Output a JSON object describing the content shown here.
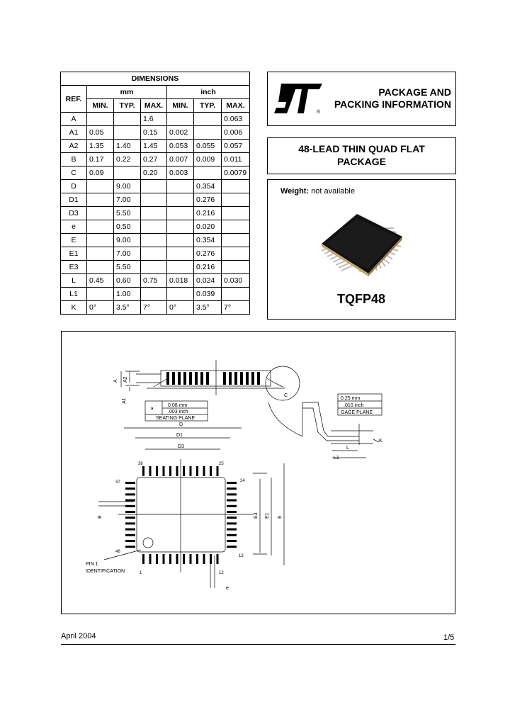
{
  "table": {
    "title": "DIMENSIONS",
    "ref_header": "REF.",
    "unit_mm": "mm",
    "unit_inch": "inch",
    "sub_headers": [
      "MIN.",
      "TYP.",
      "MAX.",
      "MIN.",
      "TYP.",
      "MAX."
    ],
    "rows": [
      {
        "ref": "A",
        "c": [
          "",
          "",
          "1.6",
          "",
          "",
          "0.063"
        ]
      },
      {
        "ref": "A1",
        "c": [
          "0.05",
          "",
          "0.15",
          "0.002",
          "",
          "0.006"
        ]
      },
      {
        "ref": "A2",
        "c": [
          "1.35",
          "1.40",
          "1.45",
          "0.053",
          "0.055",
          "0.057"
        ]
      },
      {
        "ref": "B",
        "c": [
          "0.17",
          "0.22",
          "0.27",
          "0.007",
          "0.009",
          "0.011"
        ]
      },
      {
        "ref": "C",
        "c": [
          "0.09",
          "",
          "0.20",
          "0.003",
          "",
          "0.0079"
        ]
      },
      {
        "ref": "D",
        "c": [
          "",
          "9.00",
          "",
          "",
          "0.354",
          ""
        ]
      },
      {
        "ref": "D1",
        "c": [
          "",
          "7.00",
          "",
          "",
          "0.276",
          ""
        ]
      },
      {
        "ref": "D3",
        "c": [
          "",
          "5.50",
          "",
          "",
          "0.216",
          ""
        ]
      },
      {
        "ref": "e",
        "c": [
          "",
          "0.50",
          "",
          "",
          "0.020",
          ""
        ]
      },
      {
        "ref": "E",
        "c": [
          "",
          "9.00",
          "",
          "",
          "0.354",
          ""
        ]
      },
      {
        "ref": "E1",
        "c": [
          "",
          "7.00",
          "",
          "",
          "0.276",
          ""
        ]
      },
      {
        "ref": "E3",
        "c": [
          "",
          "5.50",
          "",
          "",
          "0.216",
          ""
        ]
      },
      {
        "ref": "L",
        "c": [
          "0.45",
          "0.60",
          "0.75",
          "0.018",
          "0.024",
          "0.030"
        ]
      },
      {
        "ref": "L1",
        "c": [
          "",
          "1.00",
          "",
          "",
          "0.039",
          ""
        ]
      },
      {
        "ref": "K",
        "c": [
          "0°",
          "3.5°",
          "7°",
          "0°",
          "3.5°",
          "7°"
        ]
      }
    ]
  },
  "header": {
    "logo": "ST",
    "line1": "PACKAGE AND",
    "line2": "PACKING INFORMATION"
  },
  "package": {
    "line1": "48-LEAD THIN QUAD FLAT",
    "line2": "PACKAGE"
  },
  "photo": {
    "weight_label": "Weight:",
    "weight_value": "not available",
    "name": "TQFP48"
  },
  "drawing": {
    "side_A": "A",
    "side_A2": "A2",
    "side_A1": "A1",
    "tol_mm": "0.08 mm",
    "tol_inch": ".003 inch",
    "seating_plane": "SEATING PLANE",
    "gage_mm": "0.25 mm",
    "gage_inch": ".010 inch",
    "gage_plane": "GAGE PLANE",
    "C": "C",
    "L": "L",
    "L1": "L1",
    "K": "K",
    "D": "D",
    "D1": "D1",
    "D3": "D3",
    "E": "E",
    "E1": "E1",
    "E3": "E3",
    "B": "B",
    "e": "e",
    "pin36": "36",
    "pin25": "25",
    "pin37": "37",
    "pin24": "24",
    "pin48": "48",
    "pin13": "13",
    "pin1": "1",
    "pin12": "12",
    "pin1_label": "PIN 1",
    "ident_label": "IDENTIFICATION"
  },
  "footer": {
    "date": "April 2004",
    "page": "1/5"
  }
}
